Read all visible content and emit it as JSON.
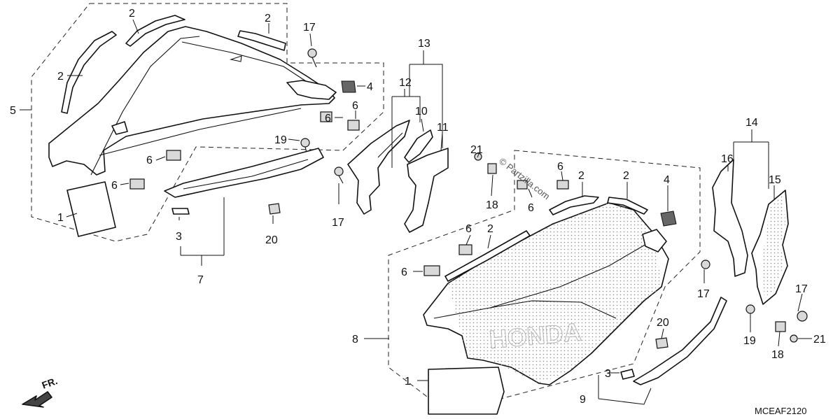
{
  "drawing_code": "MCEAF2120",
  "front_marker": "FR.",
  "watermark": "© Partzilla.com",
  "watermark_brand": "HONDA",
  "callouts": {
    "c1a": "1",
    "c1b": "1",
    "c2a": "2",
    "c2b": "2",
    "c2c": "2",
    "c2d": "2",
    "c2e": "2",
    "c2f": "2",
    "c3a": "3",
    "c3b": "3",
    "c4a": "4",
    "c4b": "4",
    "c5": "5",
    "c6a": "6",
    "c6b": "6",
    "c6c": "6",
    "c6d": "6",
    "c6e": "6",
    "c6f": "6",
    "c6g": "6",
    "c6h": "6",
    "c7": "7",
    "c8": "8",
    "c9": "9",
    "c10": "10",
    "c11": "11",
    "c12": "12",
    "c13": "13",
    "c14": "14",
    "c15": "15",
    "c16": "16",
    "c17a": "17",
    "c17b": "17",
    "c17c": "17",
    "c17d": "17",
    "c18a": "18",
    "c18b": "18",
    "c19a": "19",
    "c19b": "19",
    "c20a": "20",
    "c20b": "20",
    "c21a": "21",
    "c21b": "21"
  }
}
